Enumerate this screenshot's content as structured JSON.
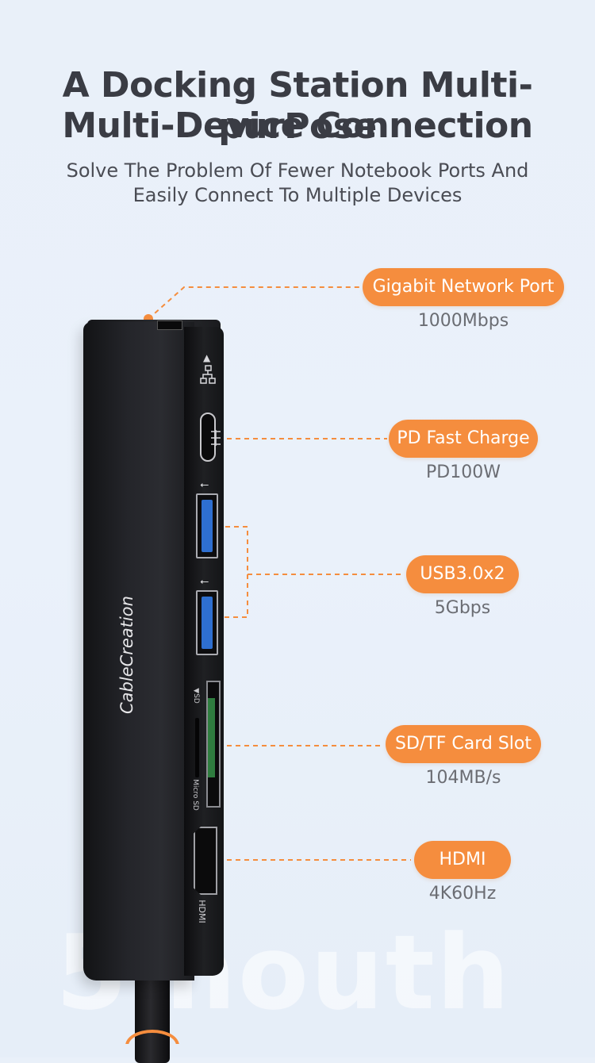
{
  "headline": {
    "line1": "A Docking Station Multi-purPose",
    "line2": "Multi-Device Connection"
  },
  "subheadline": {
    "line1": "Solve The Problem Of Fewer Notebook Ports And",
    "line2": "Easily Connect To Multiple Devices"
  },
  "device": {
    "brand": "CableCreation",
    "sd_label": "▼SD",
    "micro_sd_label": "Micro SD",
    "hdmi_label": "HDMI"
  },
  "watermark": "5mouth",
  "callouts": [
    {
      "label": "Gigabit Network Port",
      "spec": "1000Mbps"
    },
    {
      "label": "PD Fast Charge",
      "spec": "PD100W"
    },
    {
      "label": "USB3.0x2",
      "spec": "5Gbps"
    },
    {
      "label": "SD/TF Card Slot",
      "spec": "104MB/s"
    },
    {
      "label": "HDMI",
      "spec": "4K60Hz"
    }
  ],
  "colors": {
    "accent": "#f58d3e",
    "usb_blue": "#2e6fd0",
    "background": "#e9f0f9"
  },
  "icons": [
    "ethernet-icon",
    "usb-icon",
    "usb-icon",
    "typec-icon"
  ]
}
